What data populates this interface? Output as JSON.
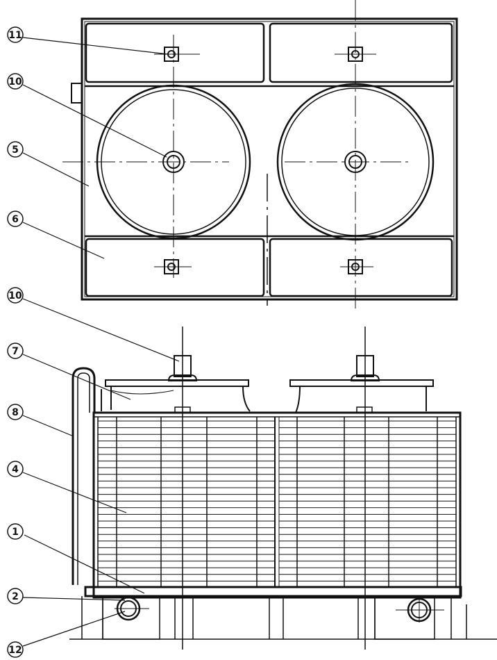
{
  "callouts": [
    {
      "id": "11",
      "text": "11"
    },
    {
      "id": "10a",
      "text": "10"
    },
    {
      "id": "5",
      "text": "5"
    },
    {
      "id": "6",
      "text": "6"
    },
    {
      "id": "10b",
      "text": "10"
    },
    {
      "id": "7",
      "text": "7"
    },
    {
      "id": "8",
      "text": "8"
    },
    {
      "id": "4",
      "text": "4"
    },
    {
      "id": "1",
      "text": "1"
    },
    {
      "id": "2",
      "text": "2"
    },
    {
      "id": "12",
      "text": "12"
    }
  ]
}
